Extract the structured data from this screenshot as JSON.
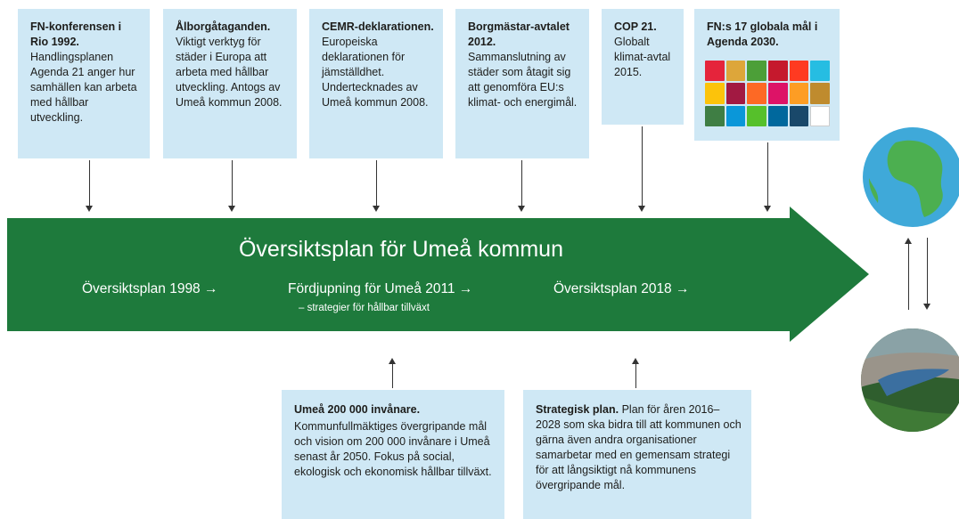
{
  "top_boxes": [
    {
      "title": "FN-konferensen i Rio 1992.",
      "body": "Handlingsplanen Agenda 21 anger hur samhällen kan arbeta med hållbar utveckling."
    },
    {
      "title": "Ålborgåtaganden.",
      "body": "Viktigt verktyg för städer i Europa att arbeta med hållbar utveckling. Antogs av Umeå kommun 2008."
    },
    {
      "title": "CEMR-deklarationen.",
      "body": "Europeiska deklarationen för jämställdhet. Undertecknades av Umeå kommun 2008."
    },
    {
      "title": "Borgmästar-avtalet 2012.",
      "body": "Sammanslutning av städer som åtagit sig att genomföra EU:s klimat- och energimål."
    },
    {
      "title": "COP 21.",
      "body": "Globalt klimat-avtal 2015."
    },
    {
      "title": "FN:s 17 globala mål i Agenda 2030.",
      "body": ""
    }
  ],
  "banner": {
    "title": "Översiktsplan för Umeå kommun",
    "items": [
      "Översiktsplan 1998 →",
      "Fördjupning för Umeå 2011 →",
      "Översiktsplan 2018 →"
    ],
    "subtitle": "– strategier för hållbar tillväxt",
    "color": "#1e7a3c"
  },
  "bottom_boxes": [
    {
      "title": "Umeå 200 000 invånare.",
      "body": "Kommunfullmäktiges övergripande mål och vision om 200 000 invånare i Umeå senast år 2050. Fokus på social, ekologisk och ekonomisk hållbar tillväxt."
    },
    {
      "title": "Strategisk plan.",
      "body": "Plan för åren 2016–2028 som ska bidra till att kommunen och gärna även andra organisationer samarbetar med en gemensam strategi för att långsiktigt nå kommunens övergripande mål."
    }
  ],
  "sdg_colors": [
    "#e5243b",
    "#dda63a",
    "#4c9f38",
    "#c5192d",
    "#ff3a21",
    "#26bde2",
    "#fcc30b",
    "#a21942",
    "#fd6925",
    "#dd1367",
    "#fd9d24",
    "#bf8b2e",
    "#3f7e44",
    "#0a97d9",
    "#56c02b",
    "#00689d",
    "#19486a",
    "#ffffff"
  ],
  "box_color": "#cfe8f5"
}
